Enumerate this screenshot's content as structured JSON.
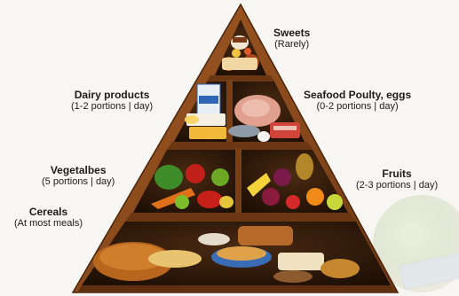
{
  "labels": {
    "sweets": {
      "name": "Sweets",
      "portion": "(Rarely)"
    },
    "dairy": {
      "name": "Dairy products",
      "portion": "(1-2 portions | day)"
    },
    "seafood": {
      "name": "Seafood Poulty, eggs",
      "portion": "(0-2 portions | day)"
    },
    "vegetables": {
      "name": "Vegetalbes",
      "portion": "(5 portions | day)"
    },
    "fruits": {
      "name": "Fruits",
      "portion": "(2-3 portions | day)"
    },
    "cereals": {
      "name": "Cereals",
      "portion": "(At most meals)"
    }
  },
  "food_images": [
    "sweets",
    "dairy",
    "meat-fish-eggs",
    "vegetables",
    "fruits",
    "cereals-bread-pasta"
  ],
  "colors": {
    "wood_frame": "#8a4a1c",
    "wood_dark": "#5e2f10",
    "shelf_bg": "#2a1608",
    "background": "#f7f6f2"
  }
}
